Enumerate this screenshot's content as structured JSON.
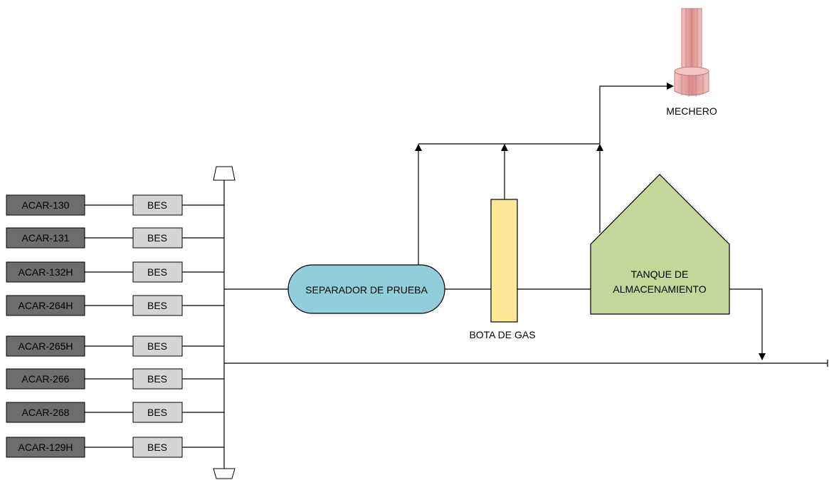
{
  "wells": [
    {
      "name": "ACAR-130",
      "pump": "BES"
    },
    {
      "name": "ACAR-131",
      "pump": "BES"
    },
    {
      "name": "ACAR-132H",
      "pump": "BES"
    },
    {
      "name": "ACAR-264H",
      "pump": "BES"
    },
    {
      "name": "ACAR-265H",
      "pump": "BES"
    },
    {
      "name": "ACAR-266",
      "pump": "BES"
    },
    {
      "name": "ACAR-268",
      "pump": "BES"
    },
    {
      "name": "ACAR-129H",
      "pump": "BES"
    }
  ],
  "separator": {
    "label": "SEPARADOR DE PRUEBA"
  },
  "gas_boot": {
    "label": "BOTA DE GAS"
  },
  "tank": {
    "label_line1": "TANQUE DE",
    "label_line2": "ALMACENAMIENTO"
  },
  "flare": {
    "label": "MECHERO"
  },
  "colors": {
    "well_box": "#6d6d6d",
    "pump_box": "#d4d4d4",
    "separator": "#92cddc",
    "gas_boot": "#ffe699",
    "tank": "#c4d79b",
    "flare": "#e6a6a6"
  }
}
